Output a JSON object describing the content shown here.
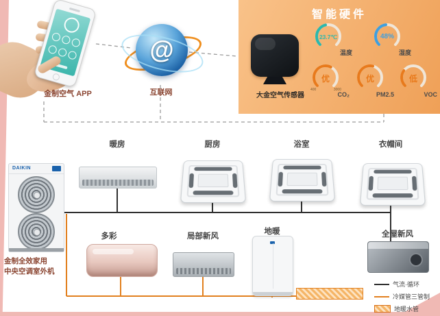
{
  "app": {
    "label": "金制空气 APP"
  },
  "internet": {
    "label": "互联网",
    "symbol": "@"
  },
  "hardware": {
    "title": "智能硬件",
    "sensor_label": "大金空气传感器",
    "panel_color": "#efa057",
    "gauges": [
      {
        "value": "23.7℃",
        "label": "温度",
        "color": "#2bb8ad",
        "dash": "36 200"
      },
      {
        "value": "48%",
        "label": "湿度",
        "color": "#3f9fdf",
        "dash": "38 200"
      },
      {
        "value": "优",
        "label": "CO₂",
        "color": "#e87a1c",
        "dash": "48 200",
        "min": "400",
        "max": "3000"
      },
      {
        "value": "优",
        "label": "PM2.5",
        "color": "#e87a1c",
        "dash": "44 200"
      },
      {
        "value": "低",
        "label": "VOC",
        "color": "#e87a1c",
        "dash": "24 200"
      }
    ]
  },
  "outdoor": {
    "brand": "DAIKIN",
    "label_line1": "金制全效家用",
    "label_line2": "中央空调室外机"
  },
  "rooms_top": [
    {
      "label": "暖房"
    },
    {
      "label": "厨房"
    },
    {
      "label": "浴室"
    },
    {
      "label": "衣帽间"
    }
  ],
  "rooms_bottom": [
    {
      "label": "多彩"
    },
    {
      "label": "局部新风"
    },
    {
      "label": "地暖"
    },
    {
      "label": "全屋新风"
    }
  ],
  "legend": {
    "items": [
      {
        "label": "气流·循环"
      },
      {
        "label": "冷媒管三管制"
      },
      {
        "label": "地暖水管"
      }
    ]
  },
  "colors": {
    "pipe_black": "#2f2f2f",
    "pipe_orange": "#e2801f",
    "accent_pink": "#f0b9b4"
  }
}
